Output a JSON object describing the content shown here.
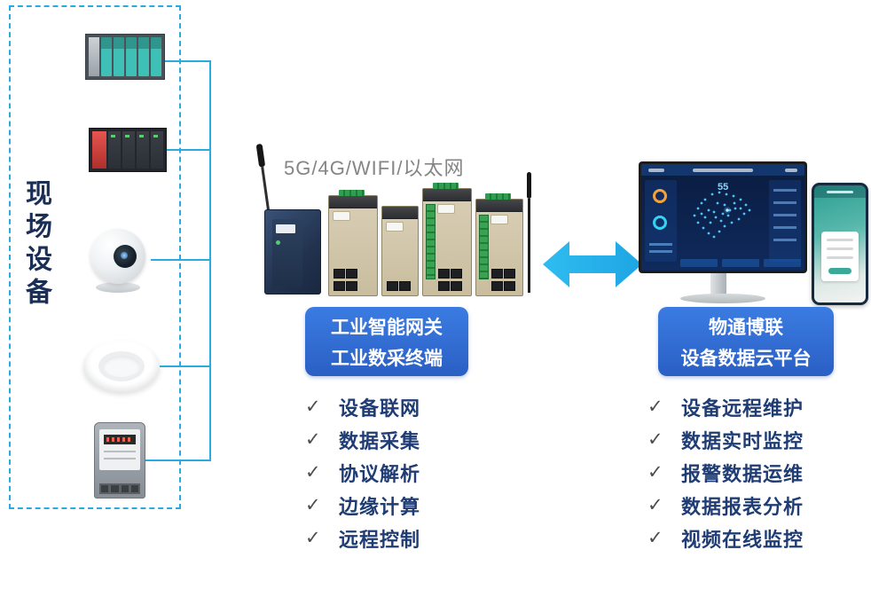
{
  "field": {
    "label": "现场设备",
    "device_icons": [
      "plc-rack-teal",
      "plc-rack-red",
      "ip-camera",
      "smoke-detector",
      "power-meter"
    ]
  },
  "gateway": {
    "connectivity_label": "5G/4G/WIFI/以太网",
    "badge_line1": "工业智能网关",
    "badge_line2": "工业数采终端",
    "features": [
      "设备联网",
      "数据采集",
      "协议解析",
      "边缘计算",
      "远程控制"
    ]
  },
  "cloud": {
    "badge_line1": "物通博联",
    "badge_line2": "设备数据云平台",
    "features": [
      "设备远程维护",
      "数据实时监控",
      "报警数据运维",
      "数据报表分析",
      "视频在线监控"
    ],
    "monitor_stat": "55"
  },
  "icons": {
    "check": "✓",
    "arrow": "double-headed-horizontal-arrow"
  },
  "colors": {
    "accent": "#29abe2",
    "badge_blue": "#2e6fd6",
    "text_navy": "#1f3d74"
  }
}
